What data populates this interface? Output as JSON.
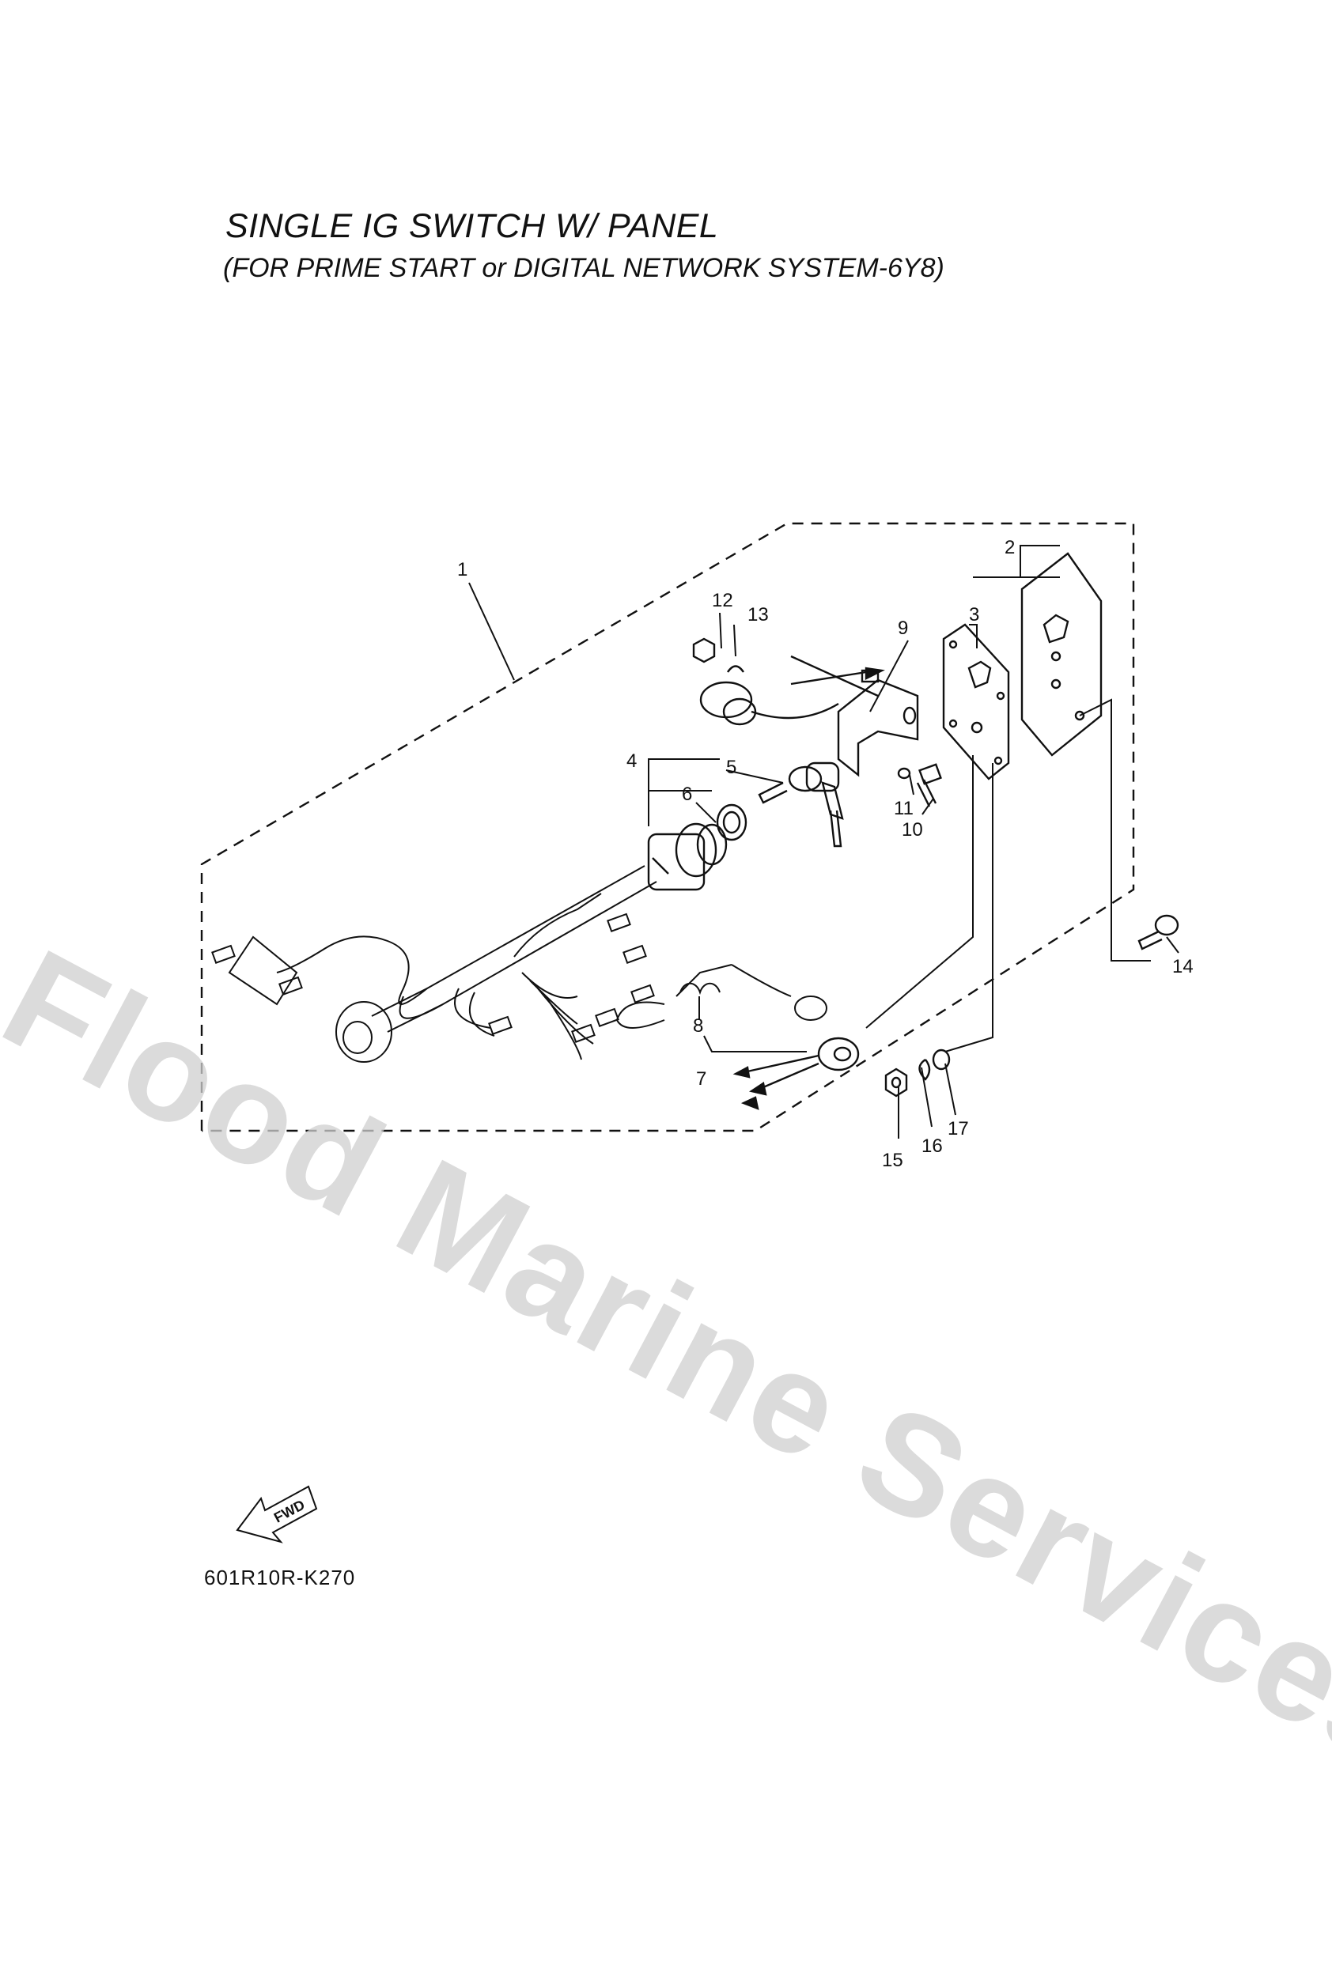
{
  "title": "SINGLE IG SWITCH W/ PANEL",
  "subtitle": "(FOR PRIME START or DIGITAL NETWORK SYSTEM-6Y8)",
  "diagram_code": "601R10R-K270",
  "watermark": "Flood Marine Services",
  "fwd_label": "FWD",
  "callouts": [
    "1",
    "2",
    "3",
    "4",
    "5",
    "6",
    "7",
    "8",
    "9",
    "10",
    "11",
    "12",
    "13",
    "14",
    "15",
    "16",
    "17"
  ]
}
